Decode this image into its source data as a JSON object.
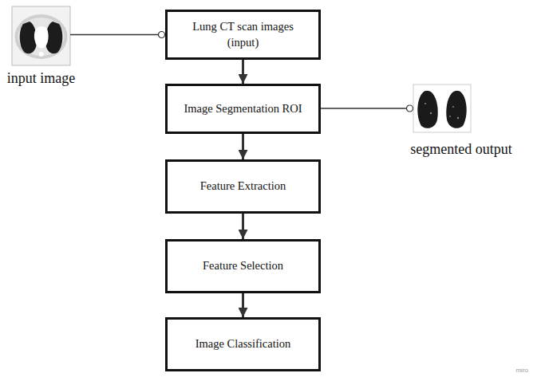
{
  "diagram": {
    "nodes": [
      {
        "text": [
          "input image"
        ]
      },
      {
        "text": [
          "Lung CT scan images (input)"
        ]
      },
      {
        "text": [
          "Image Segmentation ROI"
        ]
      },
      {
        "text": [
          "segmented output"
        ]
      },
      {
        "text": [
          "Feature Extraction"
        ]
      },
      {
        "text": [
          "Feature Selection"
        ]
      },
      {
        "text": [
          "Image Classification"
        ]
      }
    ],
    "edges": [
      {
        "from": 0,
        "to": 1,
        "arrow": "none"
      },
      {
        "from": 1,
        "to": 2,
        "arrow": "to"
      },
      {
        "from": 2,
        "to": 3,
        "arrow": "none"
      },
      {
        "from": 2,
        "to": 4,
        "arrow": "to"
      },
      {
        "from": 4,
        "to": 5,
        "arrow": "to"
      },
      {
        "from": 5,
        "to": 6,
        "arrow": "to"
      }
    ],
    "labels": [
      "miro"
    ]
  }
}
